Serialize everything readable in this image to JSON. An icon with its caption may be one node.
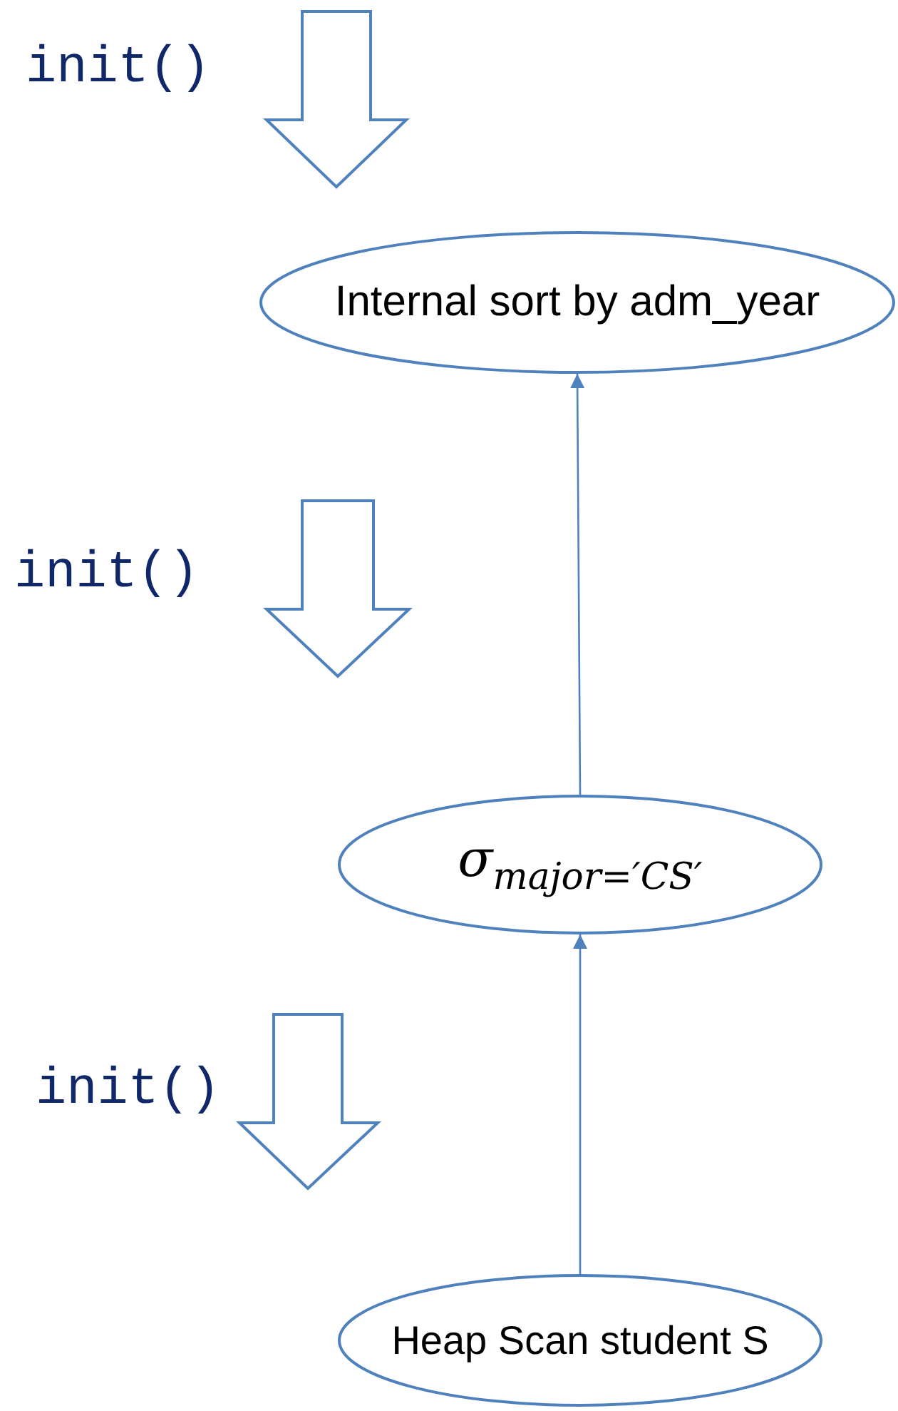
{
  "diagram": {
    "nodes": [
      {
        "text": [
          "Internal sort by adm_year"
        ]
      },
      {
        "text": [
          "σ$_{major=′CS′}$"
        ]
      },
      {
        "text": [
          "Heap Scan student S"
        ]
      }
    ],
    "edges": [
      {
        "from": 1,
        "to": 0,
        "arrow": "to"
      },
      {
        "from": 2,
        "to": 1,
        "arrow": "to"
      }
    ],
    "labels": [
      "init()",
      "init()",
      "init()"
    ]
  }
}
